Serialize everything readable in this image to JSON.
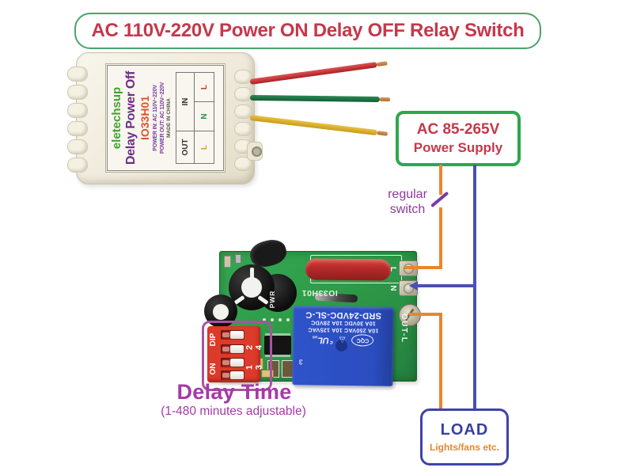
{
  "title": {
    "text": "AC 110V-220V Power ON Delay OFF Relay Switch"
  },
  "module": {
    "brand": "eletechsup",
    "product": "Delay Power Off",
    "model": "IO33H01",
    "spec1": "POWER IN: AC 110V~220V",
    "spec2": "POWER OUT: AC 110V~220V",
    "spec3": "MADE IN CHINA",
    "table": {
      "out": "OUT",
      "in": "IN",
      "l_out": "L",
      "n_in": "N",
      "l_in": "L"
    }
  },
  "psu": {
    "line1": "AC 85-265V",
    "line2": "Power Supply"
  },
  "switch_note": {
    "line1": "regular",
    "line2": "switch"
  },
  "load": {
    "title": "LOAD",
    "subtitle": "Lights/fans etc."
  },
  "pcb": {
    "silkscreen_model": "IO33H01",
    "pwr_label": "PWR",
    "terminal_l": "L",
    "terminal_n": "N",
    "terminal_out": "OUT-L",
    "relay": {
      "line1": "SRD-24VDC-SL-C",
      "line2": "10A 30VDC  10A 28VDC",
      "line3": "10A 250VAC  10A 125VAC",
      "logo_cqc": "CQC",
      "logo_triangle": "◬",
      "logo_ul_c": "c",
      "logo_ul": "UL",
      "logo_ul_us": "us",
      "corner_mark": "3"
    },
    "dip": {
      "dip_label": "DIP",
      "on_label": "ON",
      "numbers": "1 2 3 4"
    }
  },
  "delay": {
    "title": "Delay Time",
    "subtitle": "(1-480 minutes adjustable)"
  },
  "colors": {
    "title_red": "#C5384A",
    "title_border_green": "#4BA369",
    "psu_border_green": "#2CA84D",
    "purple_note": "#8E3A9E",
    "delay_purple": "#A53AA5",
    "wire_orange": "#E8862F",
    "wire_blue": "#4B50B2",
    "load_indigo": "#3F43A8",
    "pcb_green": "#2E9C48",
    "relay_blue": "#2B4DC0",
    "dip_red": "#DC3A2B",
    "wire_live_red": "#C8333C",
    "wire_neutral_green": "#1F7A46",
    "wire_load_yellow": "#E3B32D"
  }
}
